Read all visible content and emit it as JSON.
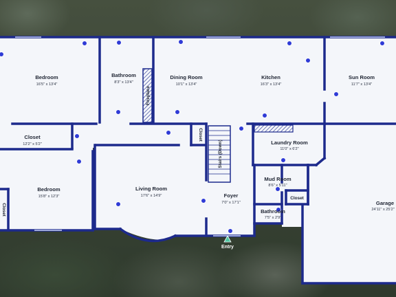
{
  "rooms": {
    "bedroom_nw": {
      "name": "Bedroom",
      "dims": "16'5\" x 13'4\""
    },
    "bathroom_n": {
      "name": "Bathroom",
      "dims": "8'3\" x 13'4\""
    },
    "fireplace": {
      "name": "Fireplace"
    },
    "dining": {
      "name": "Dining Room",
      "dims": "10'1\" x 13'4\""
    },
    "kitchen": {
      "name": "Kitchen",
      "dims": "16'3\" x 13'4\""
    },
    "sunroom": {
      "name": "Sun Room",
      "dims": "11'7\" x 13'4\""
    },
    "closet_w": {
      "name": "Closet",
      "dims": "12'2\" x 5'2\""
    },
    "closet_hall": {
      "name": "Closet"
    },
    "stairs": {
      "name": "Stairs (Down)"
    },
    "laundry": {
      "name": "Laundry Room",
      "dims": "11'0\" x 6'2\""
    },
    "bedroom_sw": {
      "name": "Bedroom",
      "dims": "15'8\" x 12'3\""
    },
    "closet_sw": {
      "name": "Closet"
    },
    "living": {
      "name": "Living Room",
      "dims": "17'6\" x 14'9\""
    },
    "foyer": {
      "name": "Foyer",
      "dims": "7'0\" x 17'1\""
    },
    "mudroom": {
      "name": "Mud Room",
      "dims": "8'6\" x 5'11\""
    },
    "closet_mud": {
      "name": "Closet"
    },
    "bathroom_s": {
      "name": "Bathroom",
      "dims": "7'5\" x 2'9\""
    },
    "garage": {
      "name": "Garage",
      "dims": "24'11\" x 25'2\""
    }
  },
  "entry": {
    "label": "Entry"
  },
  "colors": {
    "wall": "#1d2a8c",
    "floor": "#f4f6fa",
    "marker": "#2f3bd6",
    "entry": "#4fc7a3"
  }
}
